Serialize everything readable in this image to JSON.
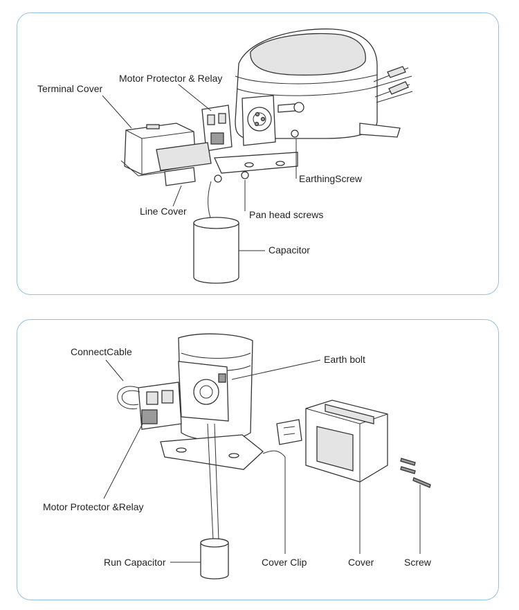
{
  "diagram_top": {
    "labels": {
      "terminal_cover": "Terminal Cover",
      "motor_protector_relay": "Motor Protector & Relay",
      "earthing_screw": "EarthingScrew",
      "line_cover": "Line Cover",
      "pan_head_screws": "Pan head screws",
      "capacitor": "Capacitor"
    }
  },
  "diagram_bottom": {
    "labels": {
      "connect_cable": "ConnectCable",
      "earth_bolt": "Earth bolt",
      "motor_protector_relay": "Motor Protector &Relay",
      "run_capacitor": "Run Capacitor",
      "cover_clip": "Cover Clip",
      "cover": "Cover",
      "screw": "Screw"
    }
  },
  "colors": {
    "panel_border": "#8fc3df",
    "line": "#333333"
  }
}
